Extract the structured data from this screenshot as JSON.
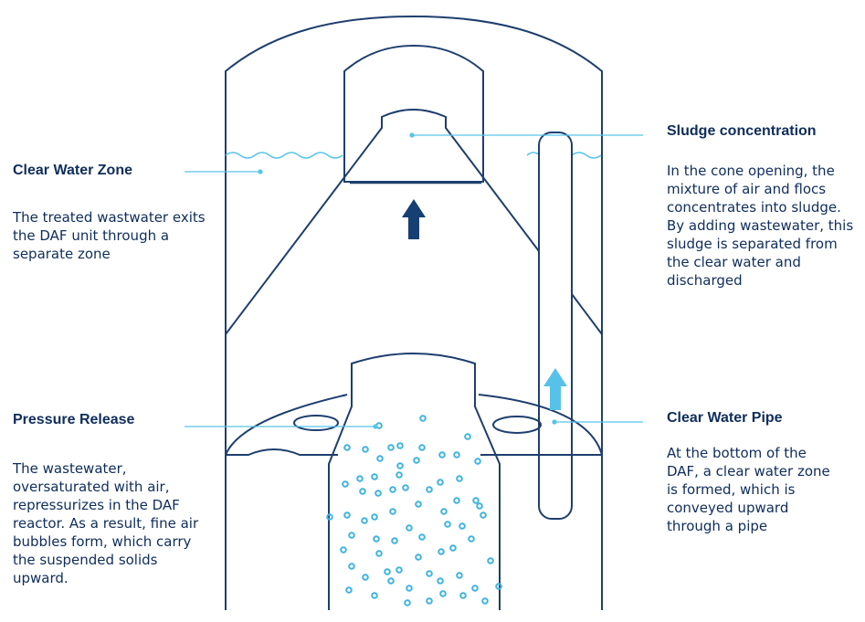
{
  "labels": {
    "clear_water_zone": {
      "title": "Clear Water Zone",
      "description": "The treated wastwater exits the DAF unit through a separate zone"
    },
    "pressure_release": {
      "title": "Pressure Release",
      "description": "The wastewater, oversaturated with air, repressurizes in the DAF reactor. As a result, fine air bubbles form, which carry the suspended solids upward."
    },
    "sludge_concentration": {
      "title": "Sludge concentration",
      "description": "In the cone opening, the mixture of air and flocs concentrates into sludge. By adding wastewater, this sludge is separated from the clear water and discharged"
    },
    "clear_water_pipe": {
      "title": "Clear Water Pipe",
      "description": "At the bottom of the DAF, a clear water zone is formed, which is conveyed upward through a pipe"
    }
  },
  "colors": {
    "outline": "#1e3f6e",
    "text": "#0f2d5c",
    "leader": "#58c4ea",
    "bubbles": "#3fb3e0",
    "arrow_dark": "#163f73",
    "arrow_light": "#56c2ea",
    "water_line": "#58c4ea"
  },
  "icons": [
    "arrow-up-dark-icon",
    "arrow-up-light-icon"
  ]
}
